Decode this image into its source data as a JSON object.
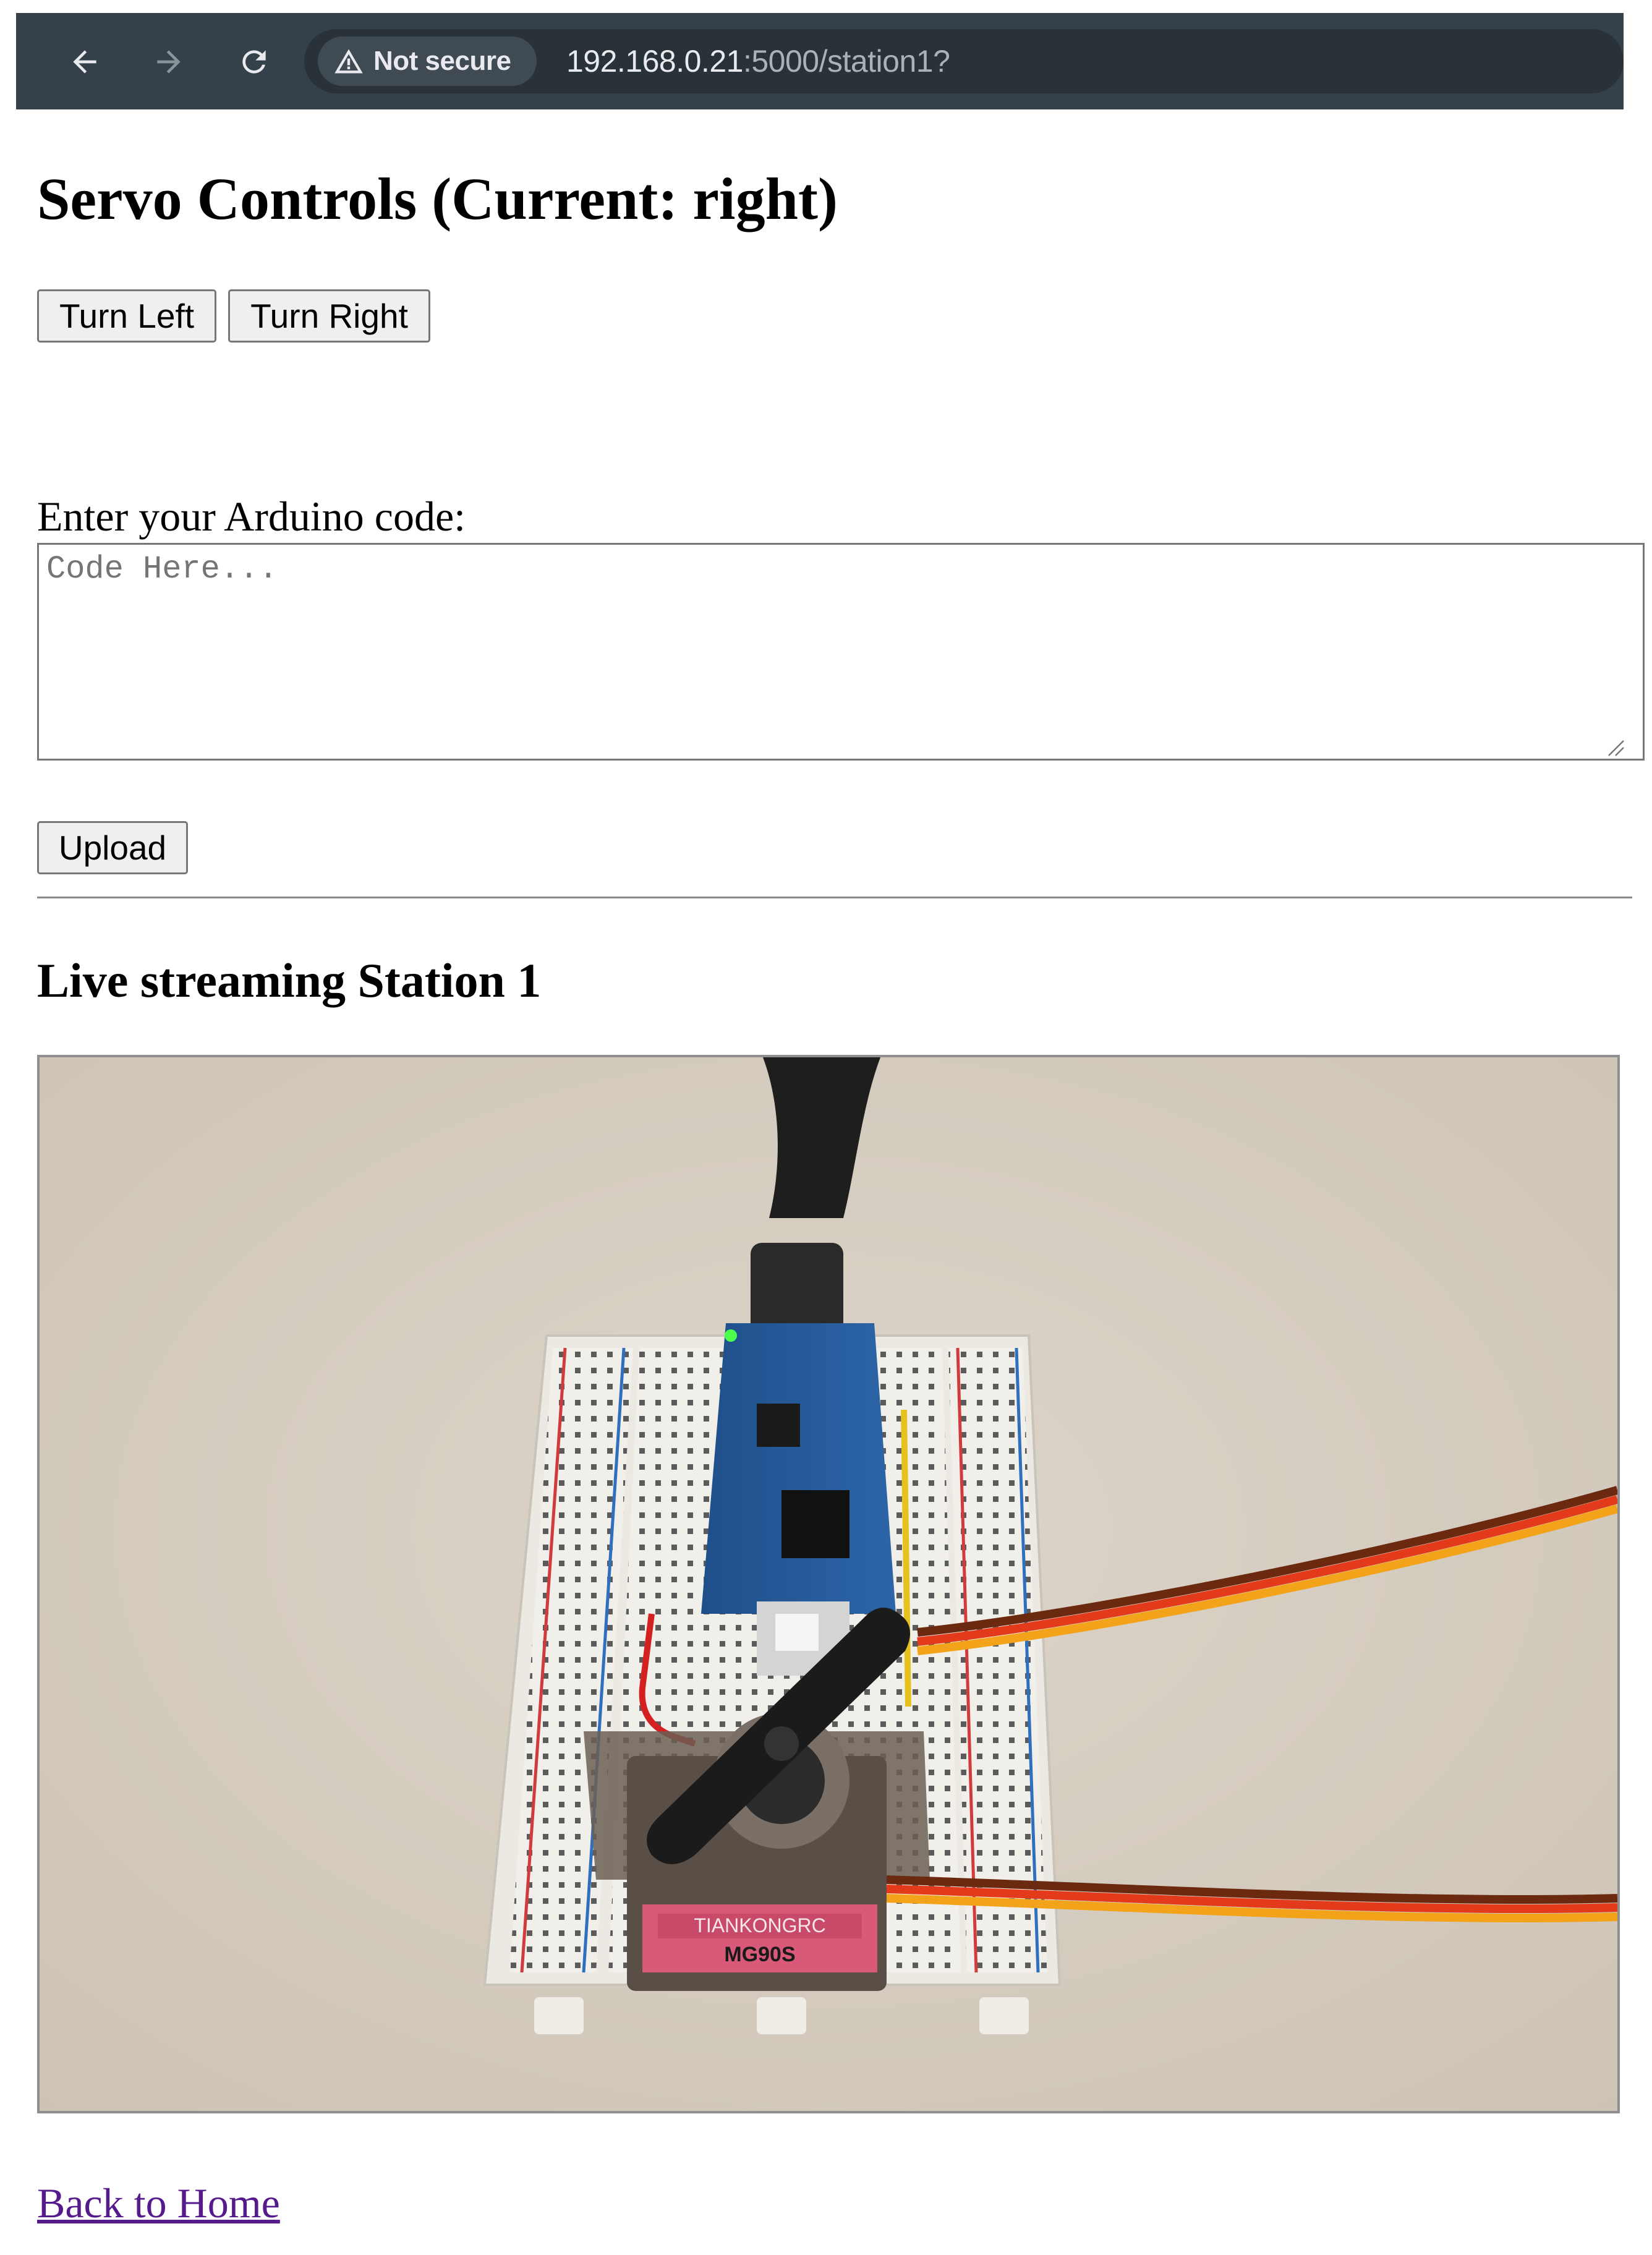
{
  "browser": {
    "security_label": "Not secure",
    "url_host": "192.168.0.21",
    "url_path": ":5000/station1?"
  },
  "page": {
    "title": "Servo Controls (Current: right)",
    "turn_left_label": "Turn Left",
    "turn_right_label": "Turn Right",
    "code_label": "Enter your Arduino code:",
    "code_value": "",
    "code_placeholder": "Code Here...",
    "upload_label": "Upload",
    "stream_heading": "Live streaming Station 1",
    "home_link": "Back to Home"
  },
  "stream_image": {
    "servo_label": "TIANKONGRC",
    "servo_model": "MG90S"
  },
  "colors": {
    "toolbar_bg": "#35414a",
    "omnibox_bg": "#283238",
    "button_bg": "#efefef",
    "link_visited": "#551a8b"
  }
}
